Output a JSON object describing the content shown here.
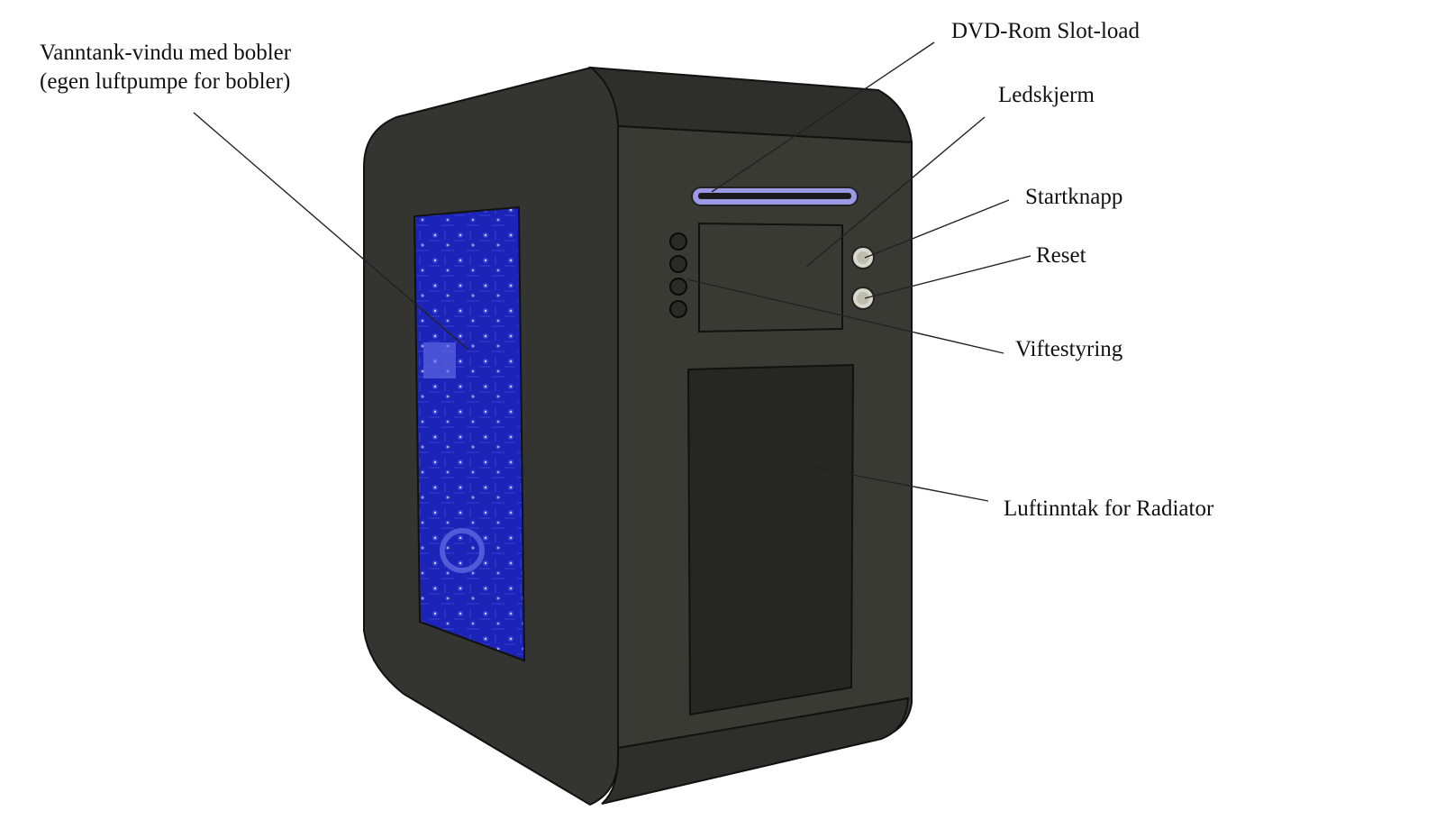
{
  "labels": {
    "vanntank_line1": "Vanntank-vindu med bobler",
    "vanntank_line2": "(egen luftpumpe for bobler)",
    "dvd": "DVD-Rom Slot-load",
    "ledskjerm": "Ledskjerm",
    "startknapp": "Startknapp",
    "reset": "Reset",
    "viftestyring": "Viftestyring",
    "luftinntak": "Luftinntak for Radiator"
  },
  "colors": {
    "case_side": "#343430",
    "case_front": "#3a3a35",
    "case_top": "#2e2e2b",
    "outline": "#111111",
    "window_blue": "#1a22b0",
    "window_dark_blue": "#101a8a",
    "dvd_slot": "#9a9ae6",
    "buttons": "#d8d8cc",
    "intake_panel": "#262624",
    "leader_line": "#222222"
  }
}
